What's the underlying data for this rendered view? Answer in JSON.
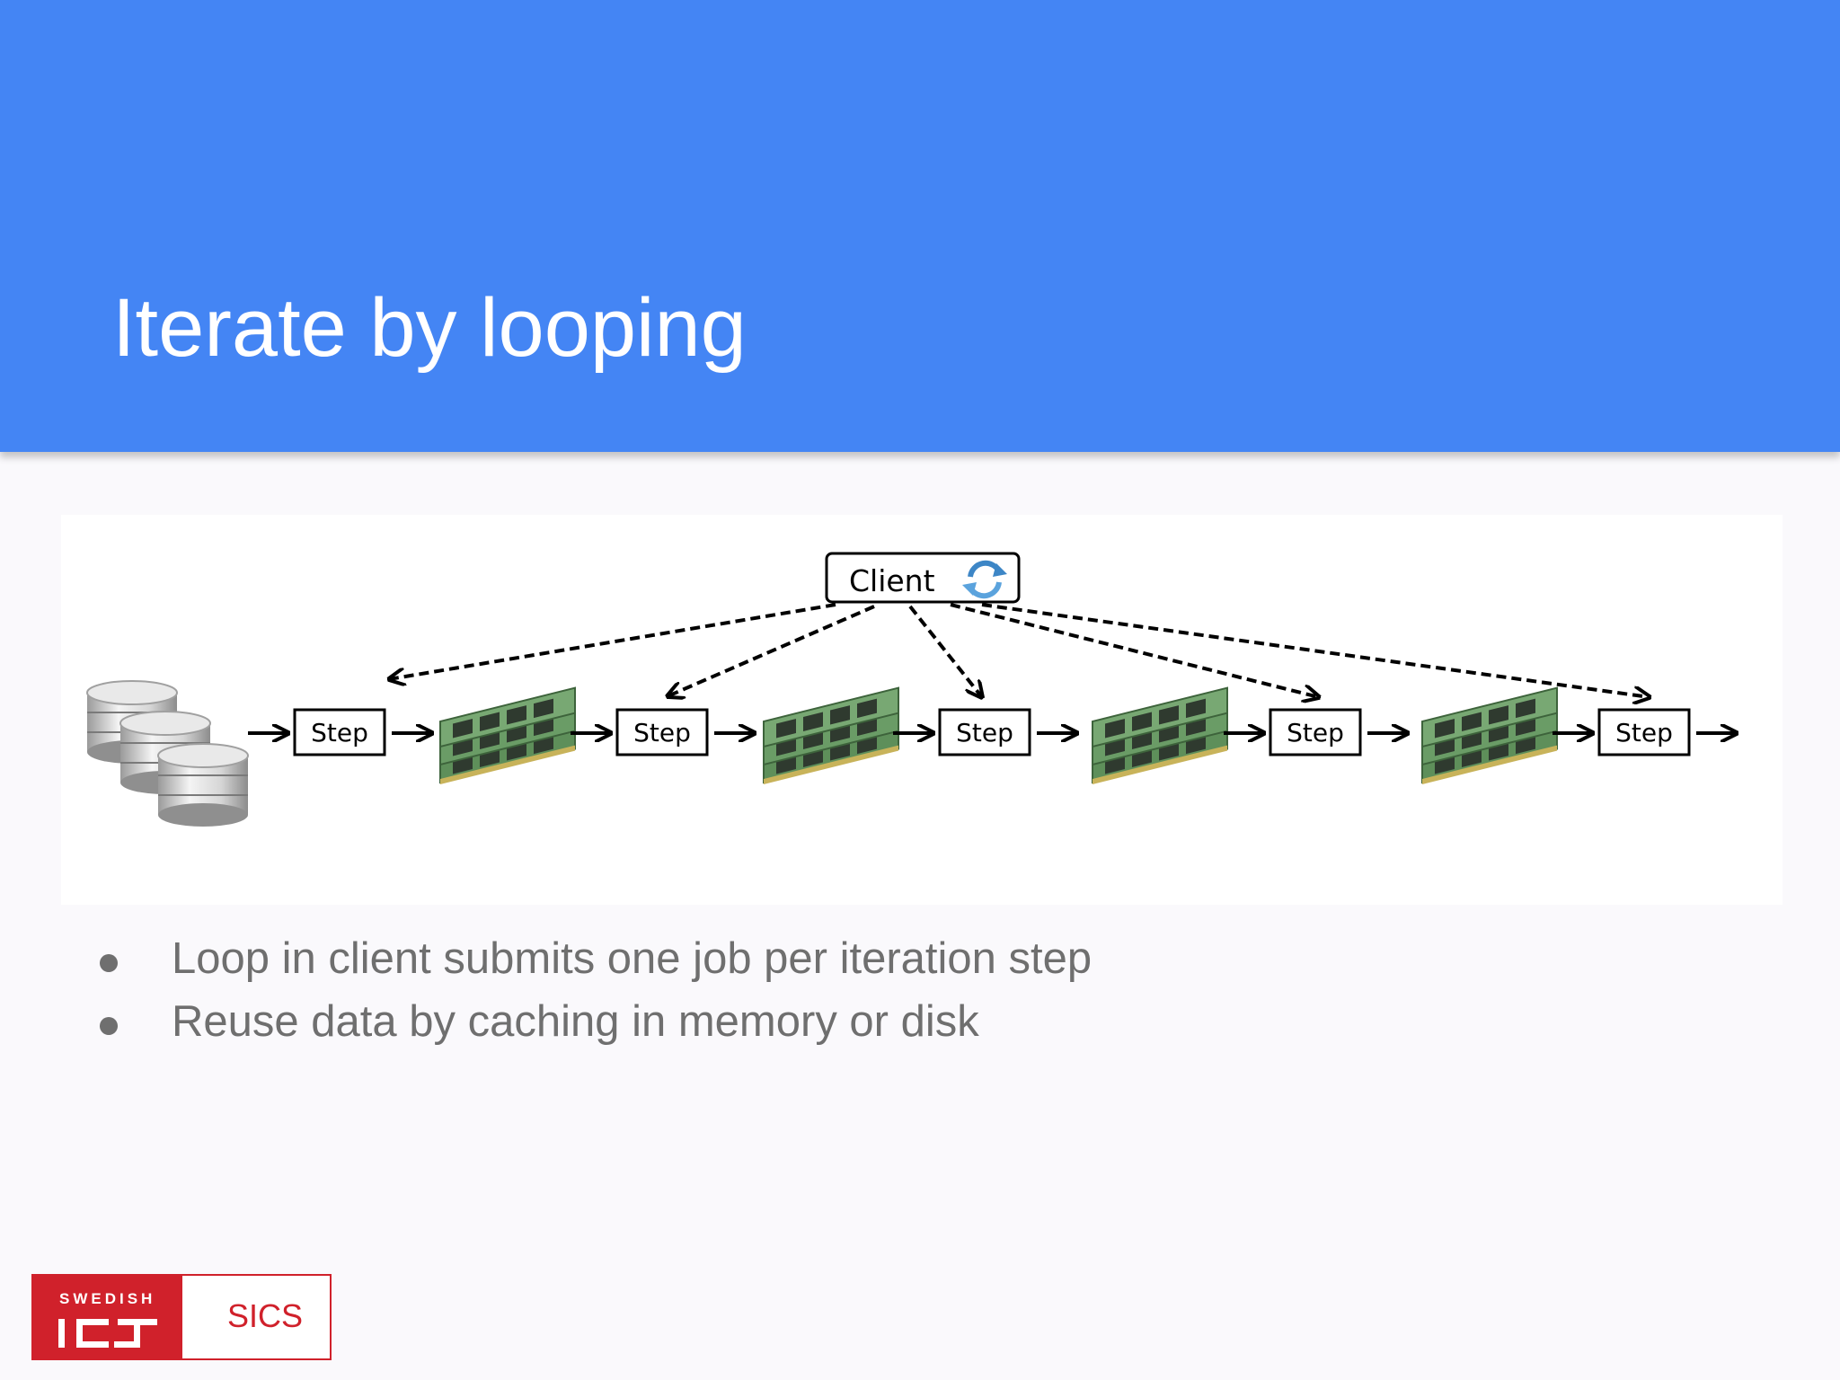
{
  "slide": {
    "title": "Iterate by looping"
  },
  "diagram": {
    "client_label": "Client",
    "step_labels": [
      "Step",
      "Step",
      "Step",
      "Step",
      "Step"
    ]
  },
  "bullets": [
    "Loop in client submits one job per iteration step",
    "Reuse data by caching in memory or disk"
  ],
  "logo": {
    "swedish": "SWEDISH",
    "sics": "SICS",
    "brand_color": "#d0212b"
  },
  "colors": {
    "title_bar": "#4485f4",
    "background": "#faf9fc",
    "bullet_text": "#6f6f6f"
  }
}
